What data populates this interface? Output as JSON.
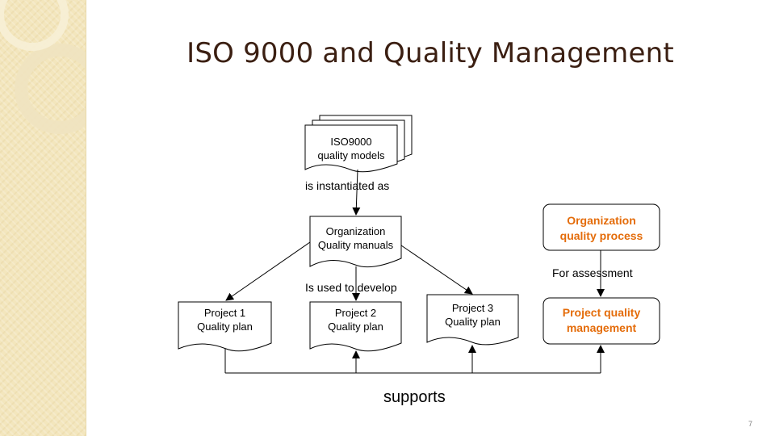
{
  "slide": {
    "title": "ISO 9000 and Quality Management",
    "page_number": "7"
  },
  "nodes": {
    "iso_models": {
      "line1": "ISO9000",
      "line2": "quality models"
    },
    "org_manuals": {
      "line1": "Organization",
      "line2": "Quality manuals"
    },
    "org_process": {
      "line1": "Organization",
      "line2": "quality process"
    },
    "project1": {
      "line1": "Project 1",
      "line2": "Quality plan"
    },
    "project2": {
      "line1": "Project 2",
      "line2": "Quality plan"
    },
    "project3": {
      "line1": "Project 3",
      "line2": "Quality plan"
    },
    "project_qm": {
      "line1": "Project quality",
      "line2": "management"
    }
  },
  "edges": {
    "instantiated": "is instantiated as",
    "used_to_develop": "Is used to develop",
    "for_assessment": "For assessment",
    "supports": "supports"
  },
  "colors": {
    "title": "#3b1f12",
    "accent_text": "#e46c0a",
    "sidebar": "#f3e6bd"
  }
}
